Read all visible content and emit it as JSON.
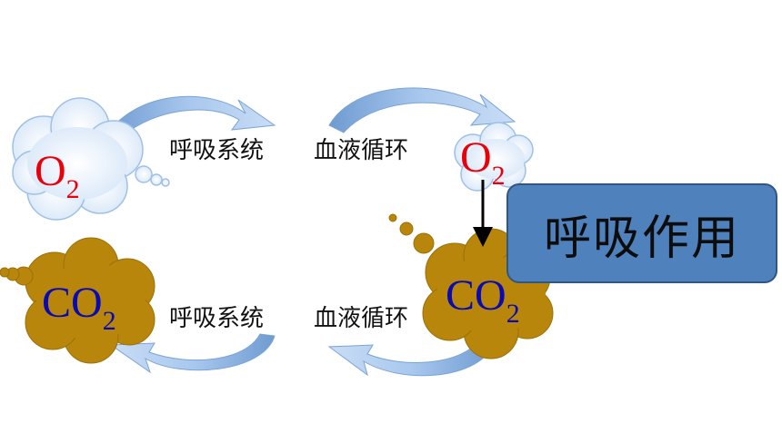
{
  "labels": {
    "resp_system": "呼吸系统",
    "blood_circ": "血液循环",
    "respiration": "呼吸作用"
  },
  "molecules": {
    "o2_main": "O",
    "co2_main": "CO",
    "subscript": "2"
  },
  "colors": {
    "o2_text": "#e8000b",
    "co2_text": "#0a0ab4",
    "o2_cloud": "#e6f0fb",
    "co2_cloud": "#b8860b",
    "arrow": "#8fb5e0",
    "box": "#4f81bd"
  }
}
